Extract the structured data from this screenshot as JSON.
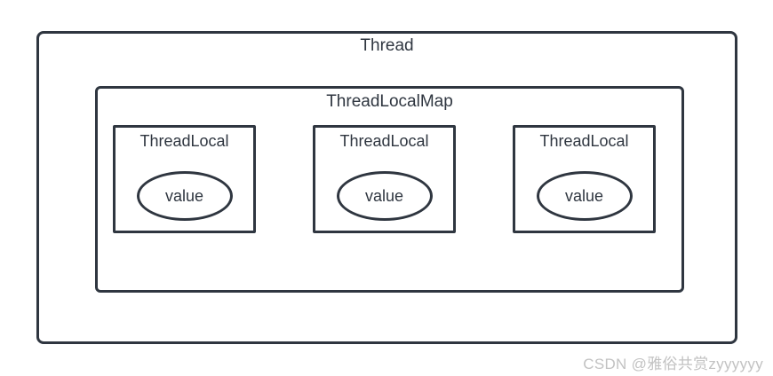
{
  "diagram": {
    "thread_label": "Thread",
    "map_label": "ThreadLocalMap",
    "locals": [
      {
        "label": "ThreadLocal",
        "value": "value"
      },
      {
        "label": "ThreadLocal",
        "value": "value"
      },
      {
        "label": "ThreadLocal",
        "value": "value"
      }
    ]
  },
  "watermark": {
    "text": "CSDN @雅俗共赏zyyyyyy"
  },
  "colors": {
    "line": "#2f3640",
    "text": "#2f3640",
    "watermark": "#c2c2c2",
    "background": "#ffffff"
  }
}
